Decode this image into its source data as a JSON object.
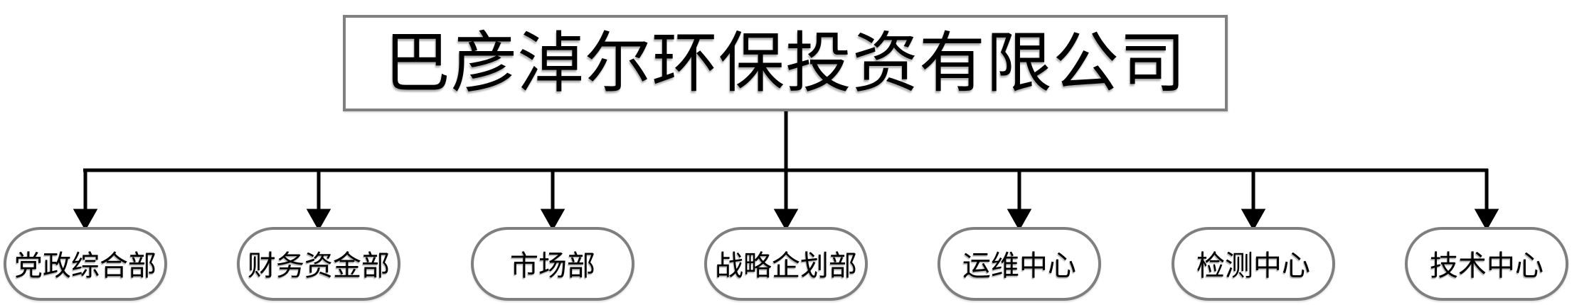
{
  "org": {
    "title": "巴彦淖尔环保投资有限公司",
    "departments": [
      {
        "label": "党政综合部"
      },
      {
        "label": "财务资金部"
      },
      {
        "label": "市场部"
      },
      {
        "label": "战略企划部"
      },
      {
        "label": "运维中心"
      },
      {
        "label": "检测中心"
      },
      {
        "label": "技术中心"
      }
    ],
    "colors": {
      "connector_line": "#000000",
      "node_border": "#7f7f7f",
      "title_border": "#808080",
      "background": "#ffffff",
      "text": "#000000"
    }
  }
}
